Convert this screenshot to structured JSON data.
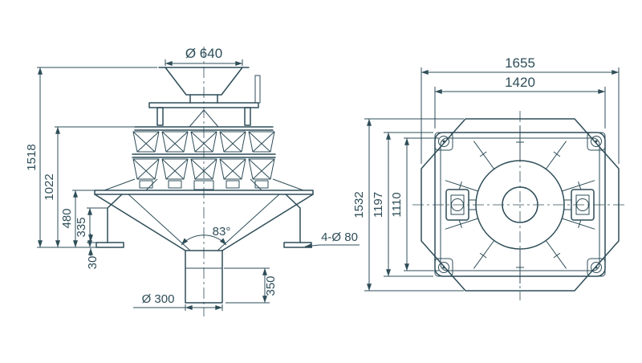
{
  "front_view": {
    "top_diameter": "Ø 640",
    "overall_height": "1518",
    "frame_height": "1022",
    "cone_height": "480",
    "bracket_height": "335",
    "foot_thickness": "30",
    "cone_angle": "83°",
    "mounting_holes": "4-Ø 80",
    "outlet_diameter": "Ø 300",
    "outlet_height": "350"
  },
  "top_view": {
    "overall_width": "1655",
    "frame_width": "1420",
    "overall_depth": "1532",
    "frame_depth": "1197",
    "inner_depth": "1110"
  },
  "colors": {
    "line": "#2e4d58",
    "background": "#ffffff"
  }
}
